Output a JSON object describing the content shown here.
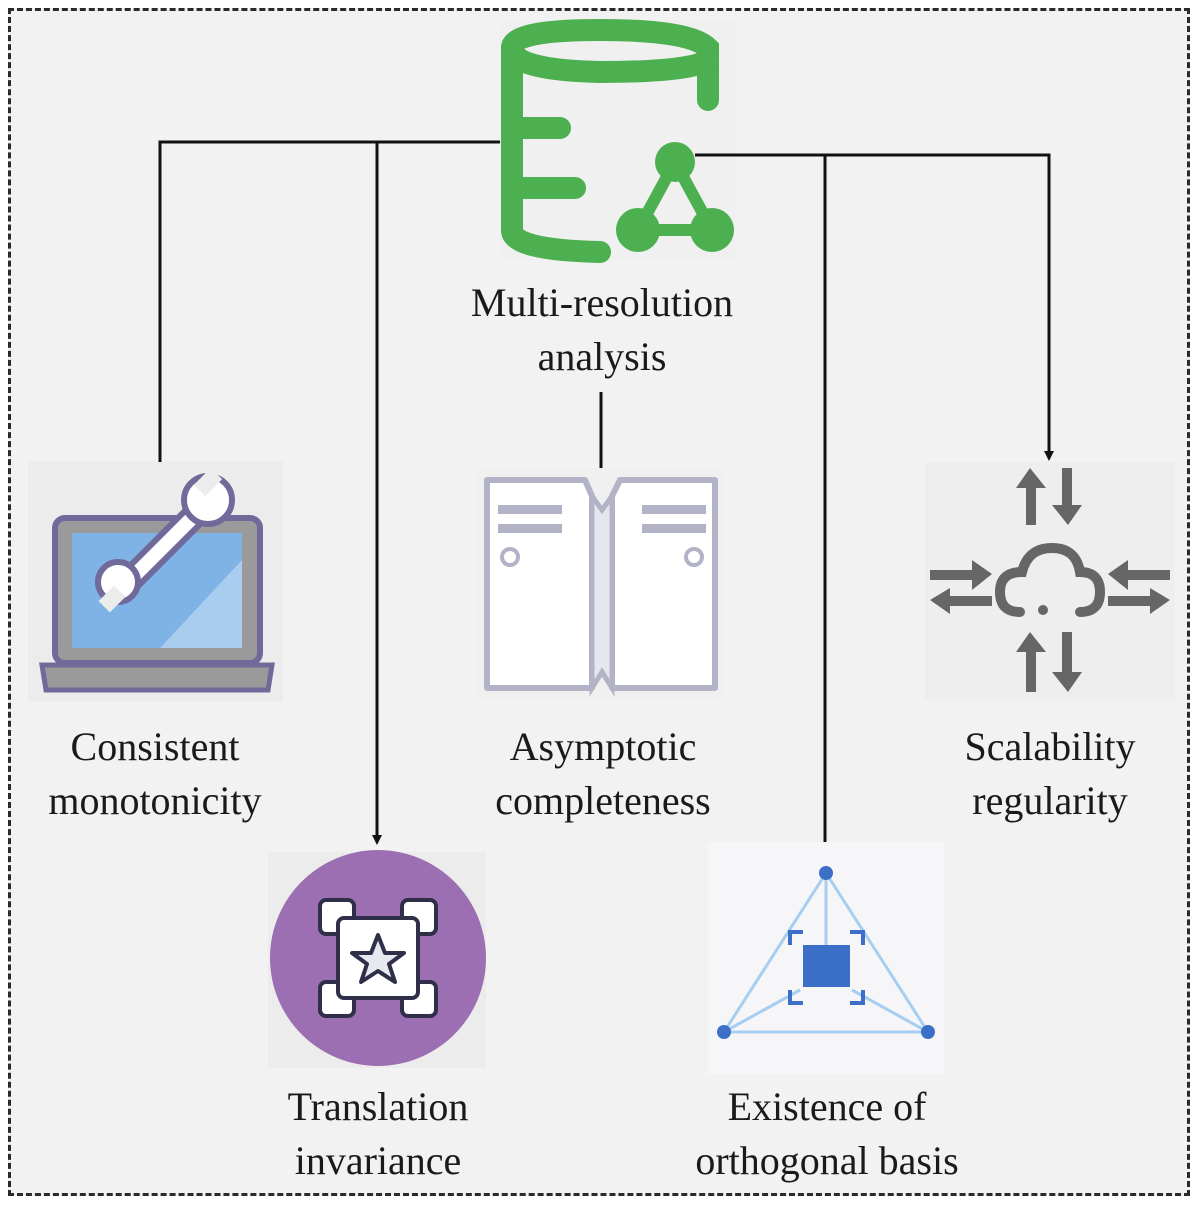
{
  "root": {
    "label_line1": "Multi-resolution",
    "label_line2": "analysis",
    "icon": "database-network-icon"
  },
  "nodes": [
    {
      "id": "consistent",
      "line1": "Consistent",
      "line2": "monotonicity",
      "icon": "laptop-wrench-icon"
    },
    {
      "id": "translation",
      "line1": "Translation",
      "line2": "invariance",
      "icon": "star-frame-icon"
    },
    {
      "id": "asymptotic",
      "line1": "Asymptotic",
      "line2": "completeness",
      "icon": "server-pages-icon"
    },
    {
      "id": "orthogonal",
      "line1": "Existence of",
      "line2": "orthogonal basis",
      "icon": "triangle-network-icon"
    },
    {
      "id": "scalability",
      "line1": "Scalability",
      "line2": "regularity",
      "icon": "cloud-arrows-icon"
    }
  ],
  "colors": {
    "background": "#f2f2f2",
    "border": "#2a2a2a",
    "arrow": "#111111",
    "green": "#4caf50",
    "purple": "#9c6fb3",
    "laptop_frame": "#6f6a9a",
    "screen_blue": "#7fb2e5",
    "server_outline": "#b3b3c8",
    "gray_icon": "#666666",
    "blue_accent": "#3c6fc8"
  }
}
